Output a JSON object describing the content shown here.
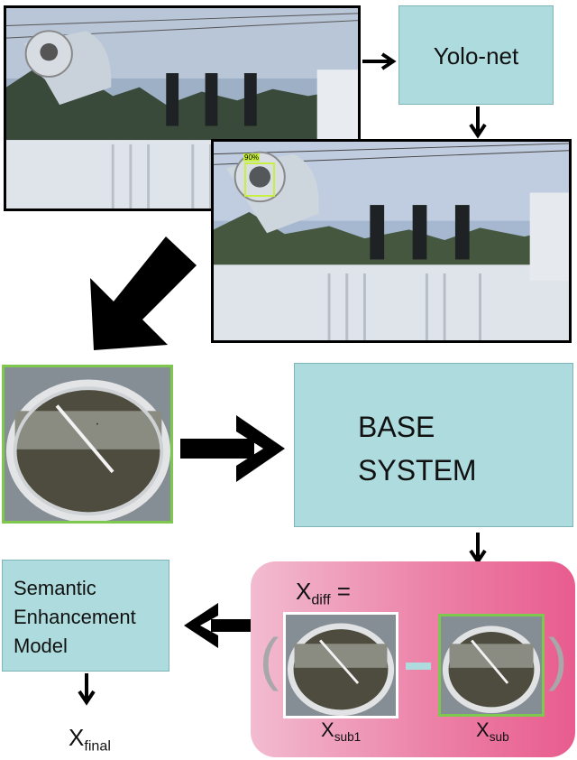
{
  "yolo_box": {
    "label": "Yolo-net"
  },
  "detection": {
    "confidence_tag": "90%"
  },
  "base_box": {
    "line1": "BASE",
    "line2": "SYSTEM"
  },
  "semantic_box": {
    "line1": "Semantic",
    "line2": "Enhancement",
    "line3": "Model"
  },
  "formula": {
    "x_diff": {
      "base": "X",
      "sub": "diff",
      "suffix": "="
    },
    "open_paren": "(",
    "close_paren": ")",
    "minus": "-",
    "x_sub1": {
      "base": "X",
      "sub": "sub1"
    },
    "x_sub": {
      "base": "X",
      "sub": "sub"
    },
    "x_final": {
      "base": "X",
      "sub": "final"
    }
  },
  "colors": {
    "box_fill": "#aedcde",
    "crop_border": "#7ec850",
    "detection_box": "#c8f040",
    "panel_start": "#f2bcd0",
    "panel_end": "#e85c8e"
  }
}
